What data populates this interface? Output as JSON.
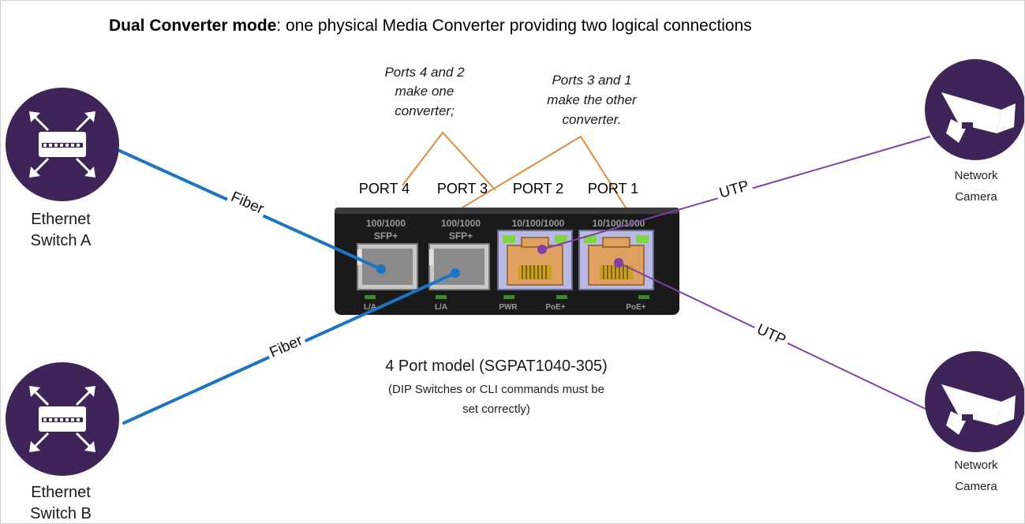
{
  "title": {
    "bold": "Dual Converter mode",
    "rest": ": one physical Media Converter providing two logical connections"
  },
  "notes": {
    "left": [
      "Ports 4 and 2",
      "make one",
      "converter;"
    ],
    "right": [
      "Ports 3 and 1",
      "make the other",
      "converter."
    ]
  },
  "ports": [
    "PORT 4",
    "PORT 3",
    "PORT 2",
    "PORT 1"
  ],
  "device": {
    "port_speed": [
      "100/1000",
      "100/1000",
      "10/100/1000",
      "10/100/1000"
    ],
    "port_type": [
      "SFP+",
      "SFP+"
    ],
    "bottom_labels": [
      "L/A",
      "L/A",
      "PWR",
      "PoE+",
      "PoE+"
    ],
    "model": "4 Port model (SGPAT1040-305)",
    "note": [
      "(DIP Switches or CLI commands must be",
      "set correctly)"
    ]
  },
  "switches": [
    {
      "line1": "Ethernet",
      "line2": "Switch A"
    },
    {
      "line1": "Ethernet",
      "line2": "Switch B"
    }
  ],
  "cameras": [
    {
      "line1": "Network",
      "line2": "Camera"
    },
    {
      "line1": "Network",
      "line2": "Camera"
    }
  ],
  "cables": {
    "fiber_a": "Fiber",
    "fiber_b": "Fiber",
    "utp_top": "UTP",
    "utp_bottom": "UTP"
  },
  "colors": {
    "fiber": "#1b75c4",
    "utp": "#8040a8",
    "bracket": "#e08a3a",
    "icon_circle": "#3e2458",
    "device_body": "#1a1a1a",
    "rj45_jack": "#e0a060"
  }
}
